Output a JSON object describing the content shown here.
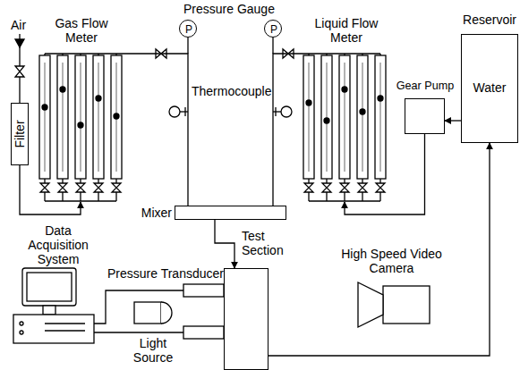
{
  "diagram": {
    "nodes": [
      {
        "text": [
          "Filter"
        ]
      },
      {
        "text": [
          "Gas Flow Meter"
        ]
      },
      {
        "text": [
          "P"
        ]
      },
      {
        "text": [
          "P"
        ]
      },
      {
        "text": [
          "Liquid Flow Meter"
        ]
      },
      {
        "text": [
          "Reservoir",
          "Water"
        ]
      },
      {
        "text": [
          "Gear Pump"
        ]
      },
      {
        "text": [
          "Mixer"
        ]
      },
      {
        "text": [
          "Test Section"
        ]
      },
      {
        "text": [
          "Data Acquisition System"
        ]
      },
      {
        "text": [
          "High Speed Video Camera"
        ]
      },
      {
        "text": [
          "Light Source"
        ]
      }
    ],
    "edges": [
      {
        "from": 0,
        "to": 1,
        "arrow": "to"
      },
      {
        "from": 1,
        "to": 7,
        "arrow": "none"
      },
      {
        "from": 5,
        "to": 6,
        "arrow": "to"
      },
      {
        "from": 6,
        "to": 4,
        "arrow": "to"
      },
      {
        "from": 4,
        "to": 7,
        "arrow": "none"
      },
      {
        "from": 7,
        "to": 8,
        "arrow": "to"
      },
      {
        "from": 8,
        "to": 5,
        "arrow": "to"
      }
    ],
    "labels": [
      "Air",
      "Pressure Gauge",
      "Thermocouple",
      "Pressure Transducer"
    ]
  }
}
